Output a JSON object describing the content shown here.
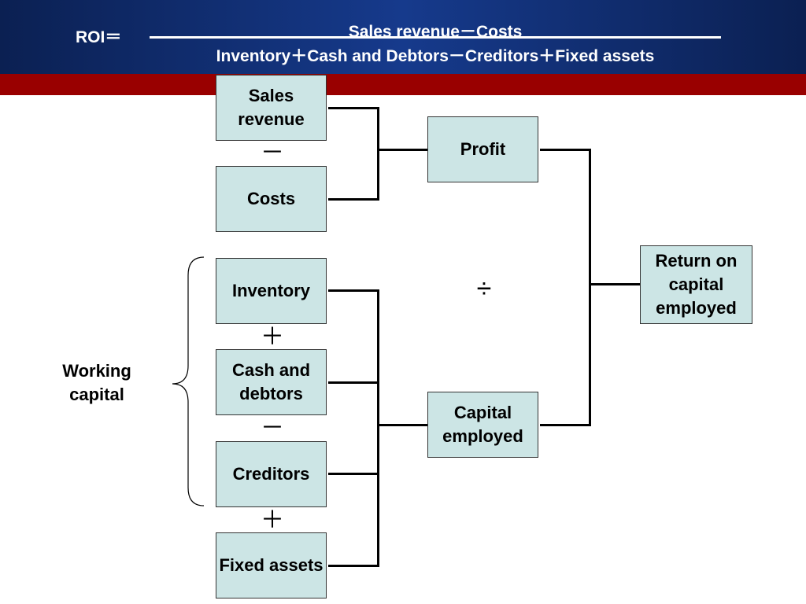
{
  "formula": {
    "label": "ROI＝",
    "numerator": "Sales revenue－Costs",
    "denominator": "Inventory＋Cash and Debtors－Creditors＋Fixed assets"
  },
  "boxes": {
    "sales_revenue": "Sales revenue",
    "costs": "Costs",
    "profit": "Profit",
    "inventory": "Inventory",
    "cash_debtors": "Cash and debtors",
    "creditors": "Creditors",
    "fixed_assets": "Fixed assets",
    "capital_employed": "Capital employed",
    "roce": "Return on capital employed"
  },
  "operators": {
    "minus1": "－",
    "plus1": "＋",
    "minus2": "－",
    "plus2": "＋",
    "divide": "÷"
  },
  "working_capital_label": "Working capital",
  "colors": {
    "header": "#163a8c",
    "band": "#990000",
    "box_fill": "#cce5e5"
  }
}
